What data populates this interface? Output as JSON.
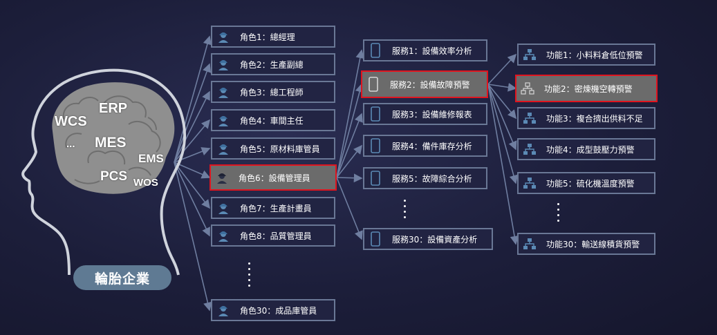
{
  "brain": {
    "labels": [
      "ERP",
      "WCS",
      "MES",
      "...",
      "EMS",
      "PCS",
      "WOS"
    ],
    "company": "輪胎企業"
  },
  "roles": [
    {
      "label": "角色1：總經理"
    },
    {
      "label": "角色2：生產副總"
    },
    {
      "label": "角色3：總工程師"
    },
    {
      "label": "角色4：車間主任"
    },
    {
      "label": "角色5：原材料庫管員"
    },
    {
      "label": "角色6：設備管理員",
      "selected": true
    },
    {
      "label": "角色7：生產計畫員"
    },
    {
      "label": "角色8：品質管理員"
    },
    {
      "label": "角色30：成品庫管員"
    }
  ],
  "services": [
    {
      "label": "服務1：設備效率分析"
    },
    {
      "label": "服務2：設備故障預警",
      "selected": true
    },
    {
      "label": "服務3：設備維修報表"
    },
    {
      "label": "服務4：備件庫存分析"
    },
    {
      "label": "服務5：故障綜合分析"
    },
    {
      "label": "服務30：設備資產分析"
    }
  ],
  "functions": [
    {
      "label": "功能1：小料料倉低位預警"
    },
    {
      "label": "功能2：密煉機空轉預警",
      "selected": true
    },
    {
      "label": "功能3：複合擠出供料不足"
    },
    {
      "label": "功能4：成型鼓壓力預警"
    },
    {
      "label": "功能5：硫化機溫度預警"
    },
    {
      "label": "功能30：輸送線積貨預警"
    }
  ],
  "icons": {
    "role": "worker-helmet-icon",
    "service": "mobile-phone-icon",
    "function": "hierarchy-icon"
  },
  "colors": {
    "node_border": "#6a7896",
    "selected_border": "#e0141e",
    "selected_fill": "#6b6b6b",
    "connector": "#6f7ea0",
    "badge": "#5f7a93"
  }
}
